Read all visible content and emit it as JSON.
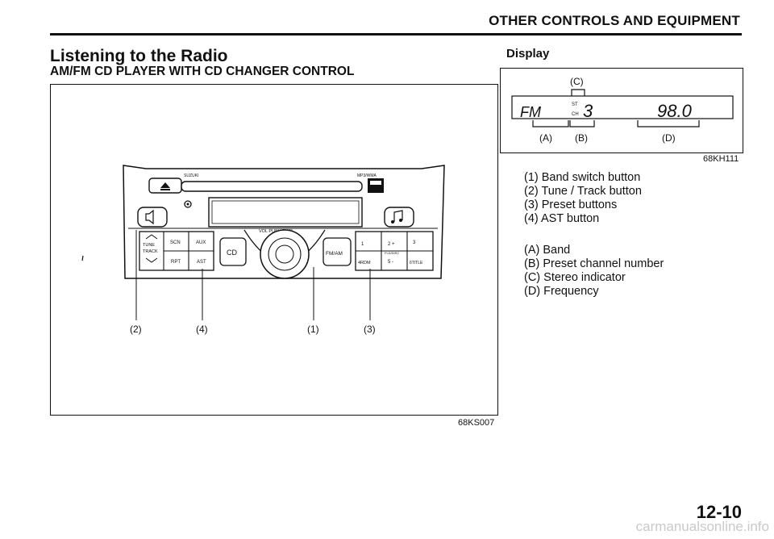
{
  "header": {
    "section_title": "OTHER CONTROLS AND EQUIPMENT"
  },
  "left": {
    "title": "Listening to the Radio",
    "subtitle": "AM/FM CD PLAYER WITH CD CHANGER CONTROL",
    "figure_code": "68KS007",
    "radio": {
      "brand": "SUZUKI",
      "mp3": "MP3/WMA",
      "vol_label": "VOL PUSH PWR",
      "buttons": {
        "tune": "TUNE",
        "track": "TRACK",
        "scn": "SCN",
        "aux": "AUX",
        "rpt": "RPT",
        "ast": "AST",
        "cd": "CD",
        "fmam": "FM/AM",
        "p1": "1",
        "p2": "2 +",
        "p3": "3",
        "p4": "4RDM",
        "p5": "5 -",
        "p6": "6TITLE",
        "fldisc": "FLD/DISC"
      }
    },
    "callouts": [
      "(2)",
      "(4)",
      "(1)",
      "(3)"
    ]
  },
  "right": {
    "title": "Display",
    "figure_code": "68KH111",
    "display": {
      "band": "FM",
      "preset": "3",
      "frequency": "98.0",
      "st": "ST",
      "ch": "CH",
      "label_c": "(C)",
      "label_a": "(A)",
      "label_b": "(B)",
      "label_d": "(D)"
    },
    "buttons_list": [
      "(1) Band switch button",
      "(2) Tune / Track button",
      "(3) Preset buttons",
      "(4) AST button"
    ],
    "display_list": [
      "(A) Band",
      "(B) Preset channel number",
      "(C) Stereo indicator",
      "(D) Frequency"
    ]
  },
  "page_number": "12-10",
  "footer": "carmanualsonline.info"
}
